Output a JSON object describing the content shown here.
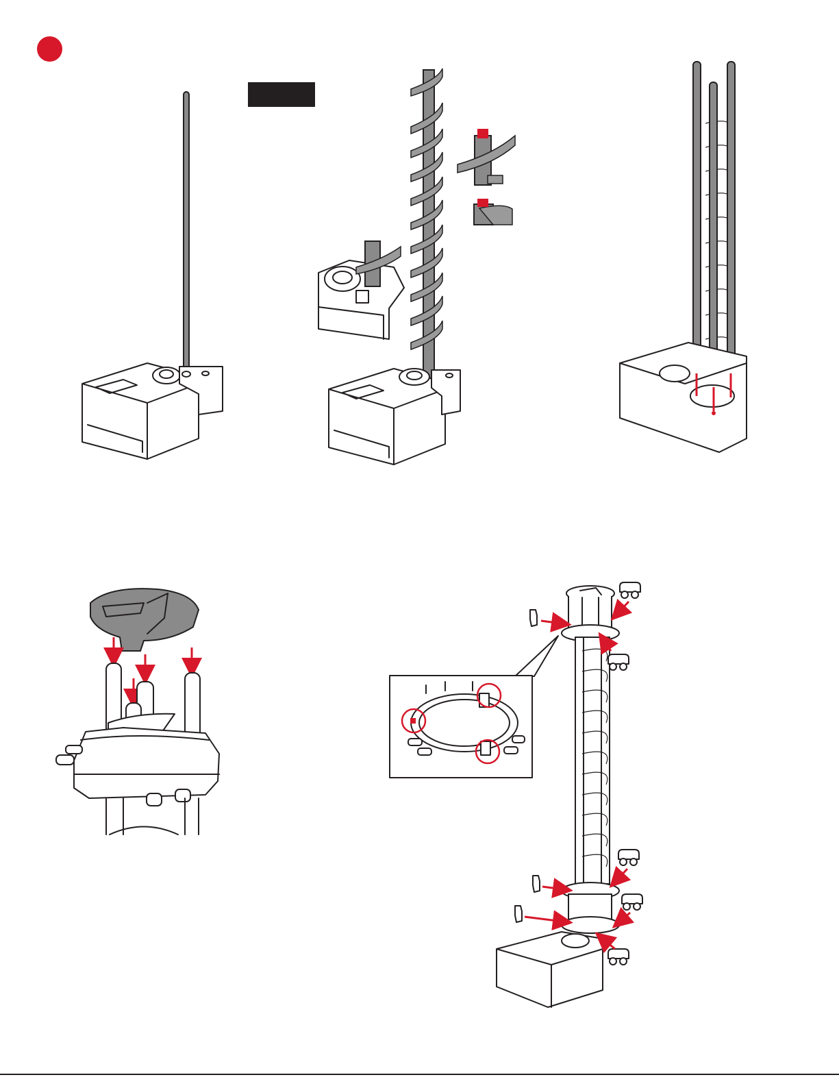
{
  "colors": {
    "accent": "#d7182a",
    "part_gray": "#8a8a8a",
    "line": "#231f20",
    "white": "#ffffff"
  },
  "steps": [
    {
      "id": "step-1",
      "illustration": "base-with-single-rod"
    },
    {
      "id": "step-2",
      "illustration": "base-with-spiral-auger",
      "details": [
        "auger-detail-top",
        "auger-detail-small",
        "base-socket-closeup"
      ]
    },
    {
      "id": "step-3",
      "illustration": "base-with-three-rods"
    },
    {
      "id": "step-4",
      "illustration": "cap-onto-rods"
    },
    {
      "id": "step-5",
      "illustration": "tower-with-clips",
      "details": [
        "ring-closeup"
      ]
    }
  ]
}
